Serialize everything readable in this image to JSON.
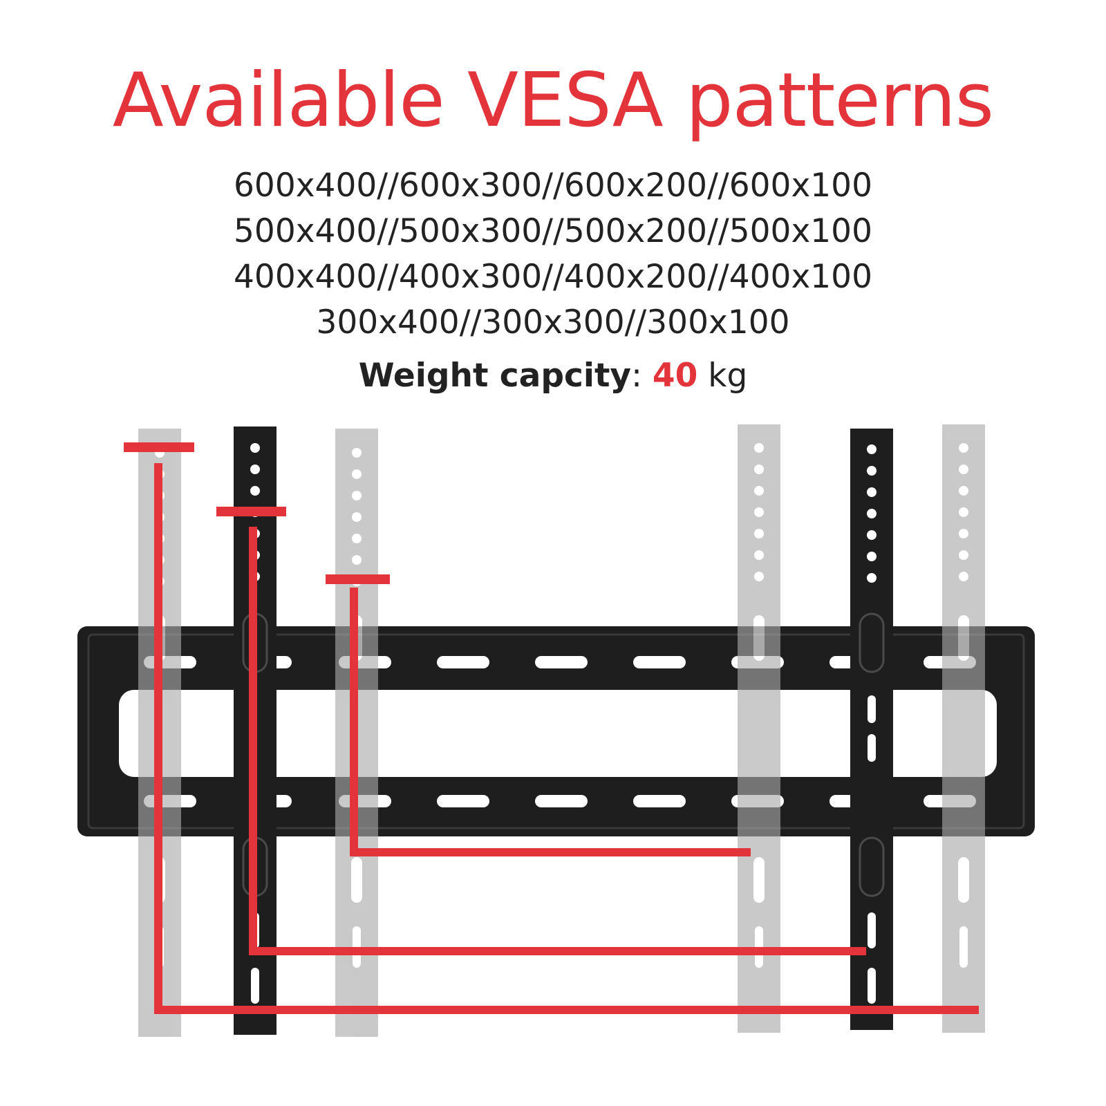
{
  "title": "Available VESA patterns",
  "patterns": [
    "600x400//600x300//600x200//600x100",
    "500x400//500x300//500x200//500x100",
    "400x400//400x300//400x200//400x100",
    "300x400//300x300//300x100"
  ],
  "weight": {
    "label": "Weight capcity",
    "separator": ":",
    "value": "40",
    "unit": "kg"
  },
  "colors": {
    "accent": "#e3333b",
    "text": "#222222",
    "bracket": "#1e1e1e",
    "arm_faded": "#bdbdbd"
  },
  "icons": [
    "wall-plate-icon",
    "vertical-arm-icon"
  ]
}
